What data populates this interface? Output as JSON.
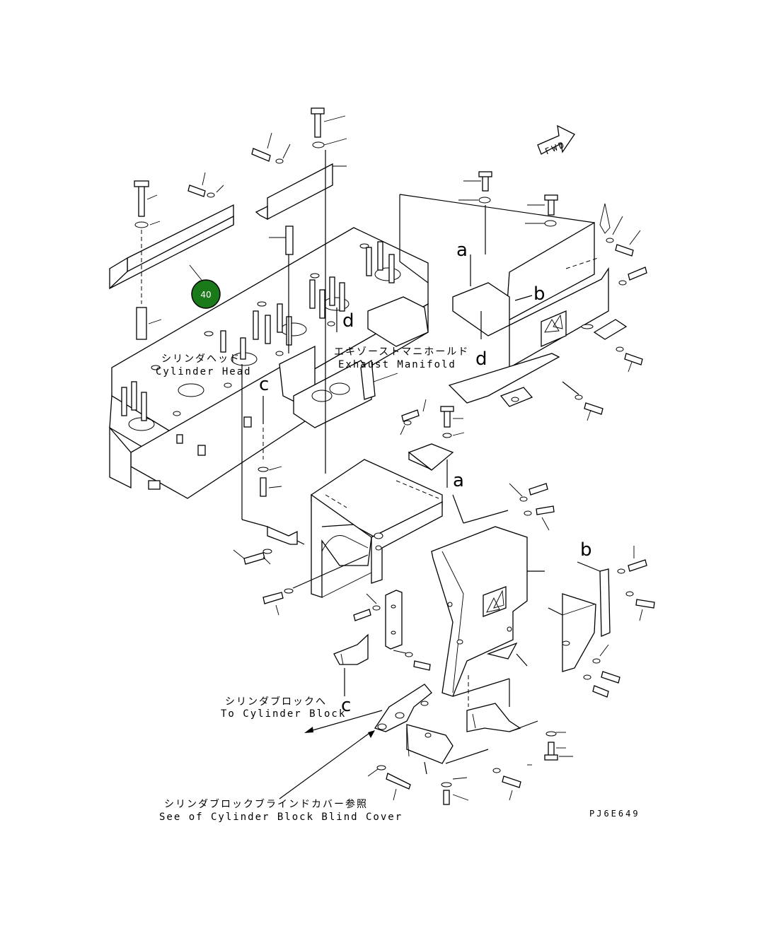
{
  "diagram": {
    "drawing_code": "PJ6E649",
    "direction_marker": "FWD",
    "callout": {
      "number": "40",
      "color": "#1a7a1a"
    },
    "labels": {
      "cylinder_head_jp": "シリンダヘッド",
      "cylinder_head_en": "Cylinder Head",
      "exhaust_manifold_jp": "エキゾーストマニホールド",
      "exhaust_manifold_en": "Exhaust Manifold",
      "to_cylinder_block_jp": "シリンダブロックへ",
      "to_cylinder_block_en": "To Cylinder Block",
      "blind_cover_jp": "シリンダブロックブラインドカバー参照",
      "blind_cover_en": "See of Cylinder Block Blind Cover"
    },
    "reference_letters": [
      "a",
      "b",
      "c",
      "d"
    ]
  }
}
